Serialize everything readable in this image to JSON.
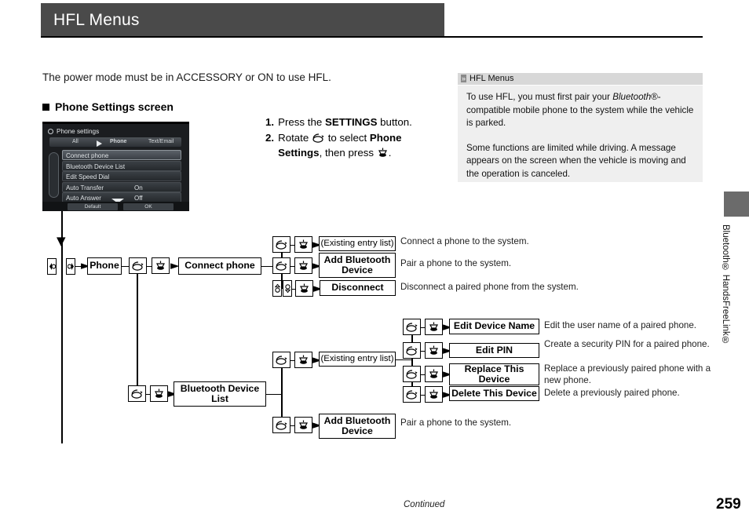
{
  "header": {
    "title": "HFL Menus"
  },
  "intro": "The power mode must be in ACCESSORY or ON to use HFL.",
  "section_heading": "Phone Settings screen",
  "nav_screen": {
    "title": "Phone settings",
    "tabs": [
      "All",
      "Phone",
      "Text/Email"
    ],
    "rows": [
      {
        "label": "Connect phone",
        "value": ""
      },
      {
        "label": "Bluetooth Device List",
        "value": ""
      },
      {
        "label": "Edit Speed Dial",
        "value": ""
      },
      {
        "label": "Auto Transfer",
        "value": "On"
      },
      {
        "label": "Auto Answer",
        "value": "Off"
      }
    ],
    "buttons": [
      "Default",
      "OK"
    ]
  },
  "steps": [
    {
      "num": "1.",
      "pre": "Press the ",
      "bold": "SETTINGS",
      "post": " button."
    },
    {
      "num": "2.",
      "pre": "Rotate ",
      "bold": "",
      "post": ""
    }
  ],
  "step2": {
    "num": "2.",
    "t1": "Rotate",
    "t2": "to select",
    "b1": "Phone",
    "b2": "Settings",
    "t3": ", then press",
    "t4": "."
  },
  "note": {
    "title": "HFL Menus",
    "chevron": "»",
    "p1_a": "To use HFL, you must first pair your ",
    "p1_it": "Bluetooth",
    "p1_b": "®-compatible mobile phone to the system while the vehicle is parked.",
    "p2": "Some functions are limited while driving. A message appears on the screen when the vehicle is moving and the operation is canceled."
  },
  "margin_tab_text": "Bluetooth® HandsFreeLink®",
  "footer": {
    "continued": "Continued",
    "page": "259"
  },
  "flow": {
    "phone": "Phone",
    "connect_phone": "Connect phone",
    "bt_device_list": "Bluetooth Device List",
    "existing_entry_list": "(Existing entry list)",
    "add_bluetooth_device": "Add Bluetooth Device",
    "disconnect": "Disconnect",
    "edit_device_name": "Edit Device Name",
    "edit_pin": "Edit PIN",
    "replace_this_device": "Replace This Device",
    "delete_this_device": "Delete This Device",
    "desc_connect": "Connect a phone to the system.",
    "desc_pair": "Pair a phone to the system.",
    "desc_disconnect": "Disconnect a paired phone from the system.",
    "desc_edit_name": "Edit the user name of a paired phone.",
    "desc_edit_pin": "Create a security PIN for a paired phone.",
    "desc_replace": "Replace a previously paired phone with a new phone.",
    "desc_delete": "Delete a previously paired phone.",
    "desc_pair2": "Pair a phone to the system."
  }
}
